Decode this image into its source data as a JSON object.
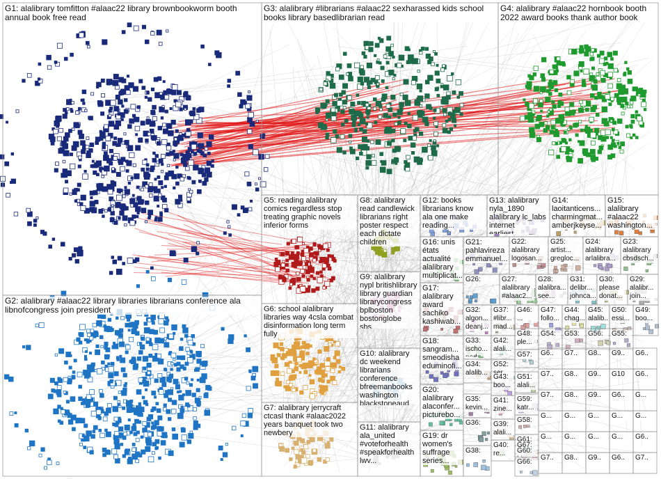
{
  "groups": [
    {
      "id": "G1",
      "label": "G1: alalibrary tomfitton #alaac22 library brownbookworm booth annual book free read",
      "color": "#1a2a7a"
    },
    {
      "id": "G2",
      "label": "G2: alalibrary #alaac22 library libraries librarians conference ala libnofcongress join president",
      "color": "#1f74c4"
    },
    {
      "id": "G3",
      "label": "G3: alalibrary #librarians #alaac22 sexharassed kids school books library basedlibrarian read",
      "color": "#1e6b4a"
    },
    {
      "id": "G4",
      "label": "G4: alalibrary #alaac22 hornbook booth 2022 award books thank author book",
      "color": "#1e9a2e"
    },
    {
      "id": "G5",
      "label": "G5: reading alalibrary comics regardless stop treating graphic novels inferior forms",
      "color": "#b01a1a"
    },
    {
      "id": "G6",
      "label": "G6: school alalibrary libraries way 4csla combat disinformation long term fully",
      "color": "#e0a040"
    },
    {
      "id": "G7",
      "label": "G7: alalibrary jerrycraft ctcasl thank #alaac2022 years banquet took two newbery",
      "color": "#d8b070"
    },
    {
      "id": "G8",
      "label": "G8: alalibrary read candlewick librarians right poster respect each dictate children",
      "color": "#90a020"
    },
    {
      "id": "G9",
      "label": "G9: alalibrary nypl britishlibrary library guardian librarycongress bplboston bostonglobe sbs...",
      "color": "#c060a0"
    },
    {
      "id": "G10",
      "label": "G10: alalibrary dc weekend librarians conference bfreemanbooks washington blackstoneaud...",
      "color": "#60a0c0"
    },
    {
      "id": "G11",
      "label": "G11: alalibrary ala_united #voteforhealth #speakforhealth lwv...",
      "color": "#a0a0a0"
    },
    {
      "id": "G12",
      "label": "G12: books librarians know ala one make reading...",
      "color": "#80a0e0"
    },
    {
      "id": "G13",
      "label": "G13: alalibrary nyla_1890 alalibrary lc_labs internet earliest...",
      "color": "#a080c0"
    },
    {
      "id": "G14",
      "label": "G14: laoitanticens... charmingmat... amberjkeyse...",
      "color": "#c0a060"
    },
    {
      "id": "G15",
      "label": "G15: alalibrary #alaac22 washington...",
      "color": "#e08040"
    },
    {
      "id": "G16",
      "label": "G16: unis états actualité alalibrary multiplicat...",
      "color": "#70c070"
    },
    {
      "id": "G17",
      "label": "G17: alalibrary award sachiko kashiwab...",
      "color": "#c07070"
    },
    {
      "id": "G18",
      "label": "G18: sangram... smeodisha eduminofi...",
      "color": "#7070c0"
    },
    {
      "id": "G19",
      "label": "G19: dr women's suffrage series...",
      "color": "#a0c060"
    },
    {
      "id": "G20",
      "label": "G20: alalibrary alaconfer... picturebo...",
      "color": "#60c0a0"
    },
    {
      "id": "G21",
      "label": "G21: pahlavireza emmanuel...",
      "color": "#9090c0"
    },
    {
      "id": "G22",
      "label": "G22: alalibrary logosan...",
      "color": "#c09090"
    },
    {
      "id": "G23",
      "label": "G23: alalibrary cbsdsch...",
      "color": "#90c090"
    },
    {
      "id": "G24",
      "label": "G24: alalibrary arlalibra...",
      "color": "#b0a0d0"
    },
    {
      "id": "G25",
      "label": "G25: artist... gregloc...",
      "color": "#d0b0a0"
    },
    {
      "id": "G26",
      "label": "G26:",
      "color": "#60a0d0"
    },
    {
      "id": "G27",
      "label": "G27: alalibrary #alaac2...",
      "color": "#a0d0a0"
    },
    {
      "id": "G28",
      "label": "G28: alalibra... see...",
      "color": "#d0a0c0"
    },
    {
      "id": "G29",
      "label": "G29: alalibr... join...",
      "color": "#b0b0b0"
    },
    {
      "id": "G30",
      "label": "G30: please donat...",
      "color": "#c0c080"
    },
    {
      "id": "G31",
      "label": "G31: delibr... johnca...",
      "color": "#80c0c0"
    },
    {
      "id": "G32",
      "label": "G32: algon... deanj...",
      "color": "#c080c0"
    },
    {
      "id": "G33",
      "label": "G33: ischo... node...",
      "color": "#80c080"
    },
    {
      "id": "G34",
      "label": "G34: alalib...",
      "color": "#c0a080"
    },
    {
      "id": "G35",
      "label": "G35: kevin...",
      "color": "#a080a0"
    },
    {
      "id": "G36",
      "label": "G36:",
      "color": "#80a0a0"
    },
    {
      "id": "G37",
      "label": "G37: #libr... mad...",
      "color": "#a0a080"
    },
    {
      "id": "G38",
      "label": "G38:",
      "color": "#a0c0e0"
    },
    {
      "id": "G39",
      "label": "G39: alali...",
      "color": "#e0c0a0"
    },
    {
      "id": "G40",
      "label": "G40: re...",
      "color": "#c0e0a0"
    },
    {
      "id": "G41",
      "label": "G41: zine...",
      "color": "#e0a0c0"
    },
    {
      "id": "G42",
      "label": "G42: alali...",
      "color": "#a0e0c0"
    },
    {
      "id": "G43",
      "label": "G43: boo...",
      "color": "#c0a0e0"
    },
    {
      "id": "G44",
      "label": "G44: chag...",
      "color": "#e0e0a0"
    },
    {
      "id": "G45",
      "label": "G45: alalib...",
      "color": "#a0e0e0"
    },
    {
      "id": "G46",
      "label": "G46: ...",
      "color": "#e0a0a0"
    },
    {
      "id": "G47",
      "label": "G47: follo...",
      "color": "#a0a0e0"
    },
    {
      "id": "G48",
      "label": "G48: ple...",
      "color": "#c0c0c0"
    },
    {
      "id": "G49",
      "label": "G49: boo...",
      "color": "#b0c0d0"
    },
    {
      "id": "G50",
      "label": "G50: essi...",
      "color": "#d0c0b0"
    },
    {
      "id": "G51",
      "label": "G51: alali...",
      "color": "#c0d0b0"
    },
    {
      "id": "G52",
      "label": "G52: ser...",
      "color": "#b0d0c0"
    },
    {
      "id": "G53",
      "label": "G53:",
      "color": "#d0b0c0"
    },
    {
      "id": "G54",
      "label": "G54:",
      "color": "#c0b0d0"
    },
    {
      "id": "G55",
      "label": "G55:",
      "color": "#b0b0d0"
    },
    {
      "id": "G56",
      "label": "G56:",
      "color": "#d0d0b0"
    },
    {
      "id": "G57",
      "label": "G57:",
      "color": "#b0d0d0"
    },
    {
      "id": "G58",
      "label": "G58:",
      "color": "#d0b0b0"
    },
    {
      "id": "G59",
      "label": "G59: katr...",
      "color": "#c0c0e0"
    },
    {
      "id": "G60",
      "label": "G60: his...",
      "color": "#e0c0c0"
    },
    {
      "id": "G61",
      "label": "G61:",
      "color": "#c0e0c0"
    },
    {
      "id": "G66",
      "label": "G66:",
      "color": "#c0d0e0"
    },
    {
      "id": "G67",
      "label": "G67:",
      "color": "#e0d0c0"
    }
  ],
  "small_box_labels": [
    "G6..",
    "G7..",
    "G8..",
    "G9..",
    "G6..",
    "G7..",
    "G8..",
    "G9..",
    "G10",
    "G6..",
    "G7..",
    "G8..",
    "G9..",
    "G6..",
    "G...",
    "G...",
    "G...",
    "G...",
    "G...",
    "G...",
    "G...",
    "G...",
    "G...",
    "G..."
  ],
  "colors": {
    "edge_gray": "#9a9a9a",
    "edge_red": "#e01010",
    "box_border": "#9a9a9a"
  }
}
